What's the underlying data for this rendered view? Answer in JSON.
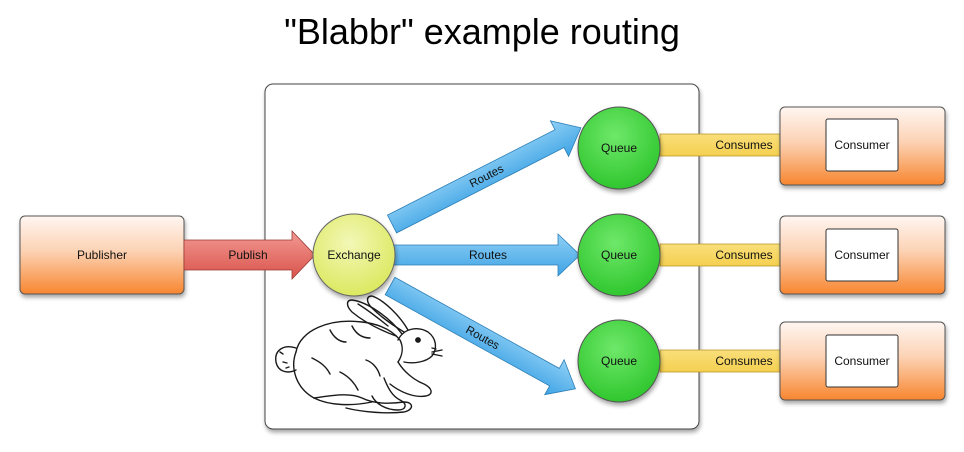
{
  "title": "\"Blabbr\" example routing",
  "publisher": {
    "label": "Publisher"
  },
  "publish_arrow": {
    "label": "Publish"
  },
  "exchange": {
    "label": "Exchange"
  },
  "routes": [
    {
      "label": "Routes"
    },
    {
      "label": "Routes"
    },
    {
      "label": "Routes"
    }
  ],
  "queues": [
    {
      "label": "Queue"
    },
    {
      "label": "Queue"
    },
    {
      "label": "Queue"
    }
  ],
  "consumes": [
    {
      "label": "Consumes"
    },
    {
      "label": "Consumes"
    },
    {
      "label": "Consumes"
    }
  ],
  "consumers": [
    {
      "label": "Consumer"
    },
    {
      "label": "Consumer"
    },
    {
      "label": "Consumer"
    }
  ],
  "colors": {
    "orange_box_top": "#fff4ee",
    "orange_box_bottom": "#f78b3c",
    "exchange_fill": "#e6f07c",
    "queue_fill": "#3fd43c",
    "route_arrow": "#5ab4ec",
    "publish_arrow": "#e46a62",
    "consume_arrow": "#f7d65a"
  }
}
